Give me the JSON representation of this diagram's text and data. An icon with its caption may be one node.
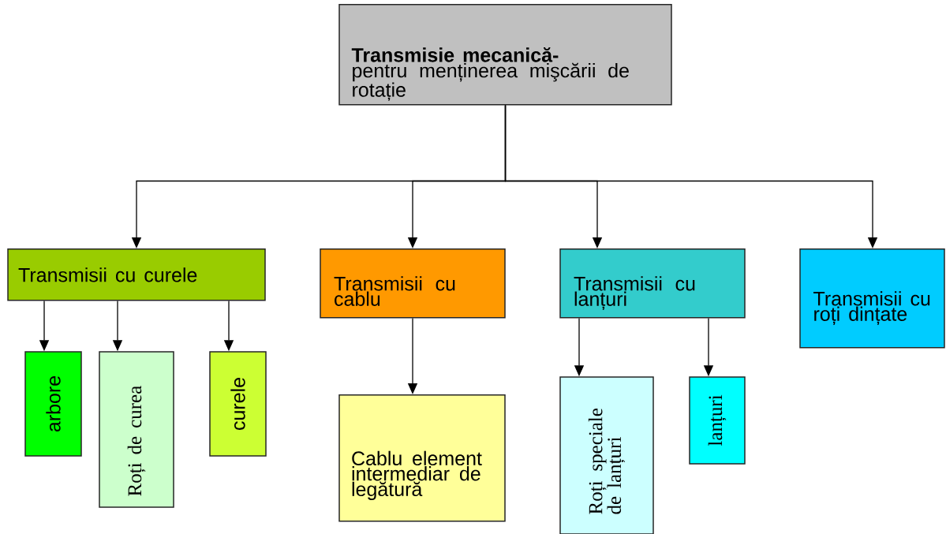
{
  "diagram": {
    "nodes": [
      {
        "text": [
          "Transmisie mecanică-",
          "pentru menținerea mişcării de rotație"
        ]
      },
      {
        "text": [
          "Transmisii cu curele"
        ]
      },
      {
        "text": [
          "Transmisii cu cablu"
        ]
      },
      {
        "text": [
          "Transmisii cu lanțuri"
        ]
      },
      {
        "text": [
          "Transmisii cu roți dințate"
        ]
      },
      {
        "text": [
          "arbore"
        ]
      },
      {
        "text": [
          "Roți de curea"
        ]
      },
      {
        "text": [
          "curele"
        ]
      },
      {
        "text": [
          "Cablu element intermediar de legătură"
        ]
      },
      {
        "text": [
          "Roți speciale de lanțuri"
        ]
      },
      {
        "text": [
          "lanțuri"
        ]
      }
    ],
    "edges": [
      {
        "from": 0,
        "to": 1,
        "arrow": "to"
      },
      {
        "from": 0,
        "to": 2,
        "arrow": "to"
      },
      {
        "from": 0,
        "to": 3,
        "arrow": "to"
      },
      {
        "from": 0,
        "to": 4,
        "arrow": "to"
      },
      {
        "from": 1,
        "to": 5,
        "arrow": "to"
      },
      {
        "from": 1,
        "to": 6,
        "arrow": "to"
      },
      {
        "from": 1,
        "to": 7,
        "arrow": "to"
      },
      {
        "from": 2,
        "to": 8,
        "arrow": "to"
      },
      {
        "from": 3,
        "to": 9,
        "arrow": "to"
      },
      {
        "from": 3,
        "to": 10,
        "arrow": "to"
      }
    ]
  }
}
